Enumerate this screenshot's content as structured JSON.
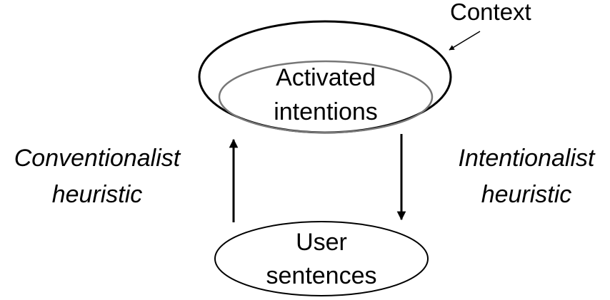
{
  "labels": {
    "context": "Context",
    "activated_line1": "Activated",
    "activated_line2": "intentions",
    "user_line1": "User",
    "user_line2": "sentences",
    "conventionalist_line1": "Conventionalist",
    "conventionalist_line2": "heuristic",
    "intentionalist_line1": "Intentionalist",
    "intentionalist_line2": "heuristic"
  },
  "colors": {
    "stroke": "#000000",
    "inner_ellipse_stroke": "#777777",
    "background": "#ffffff"
  }
}
